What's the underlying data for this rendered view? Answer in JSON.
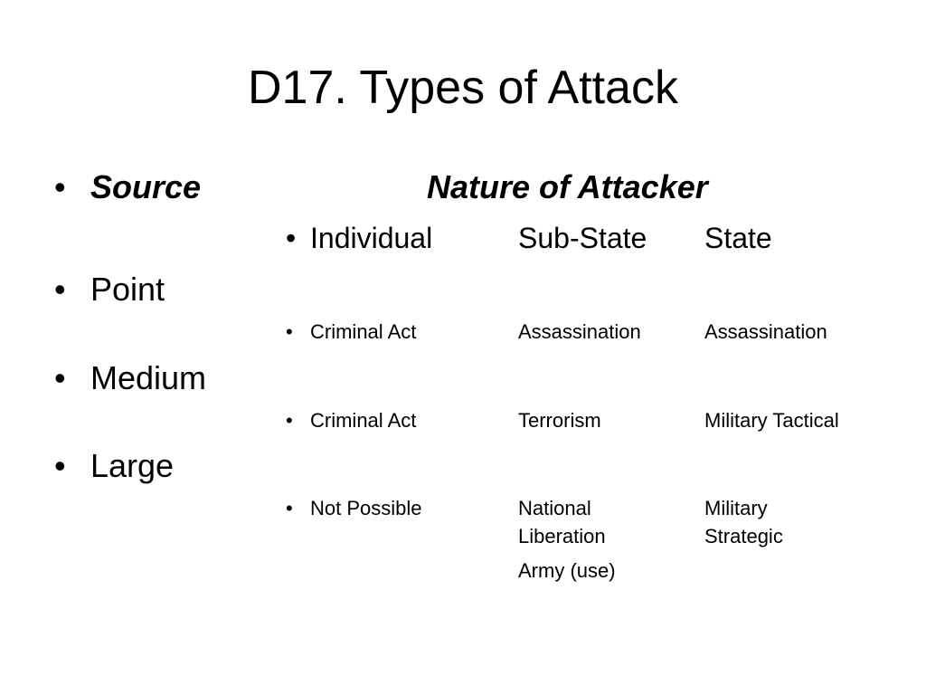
{
  "title": "D17. Types of Attack",
  "bullet_symbol": "•",
  "left_list": {
    "header": "Source",
    "items": [
      "Point",
      "Medium",
      "Large"
    ]
  },
  "right_header": "Nature of Attacker",
  "columns": [
    "Individual",
    "Sub-State",
    "State"
  ],
  "rows": [
    {
      "individual": "Criminal Act",
      "sub_state": "Assassination",
      "state": "Assassination"
    },
    {
      "individual": "Criminal Act",
      "sub_state": "Terrorism",
      "state": "Military Tactical"
    },
    {
      "individual": "Not Possible",
      "sub_state_lines": [
        "National",
        "Liberation",
        "Army (use)"
      ],
      "state_lines": [
        "Military",
        "Strategic"
      ]
    }
  ]
}
